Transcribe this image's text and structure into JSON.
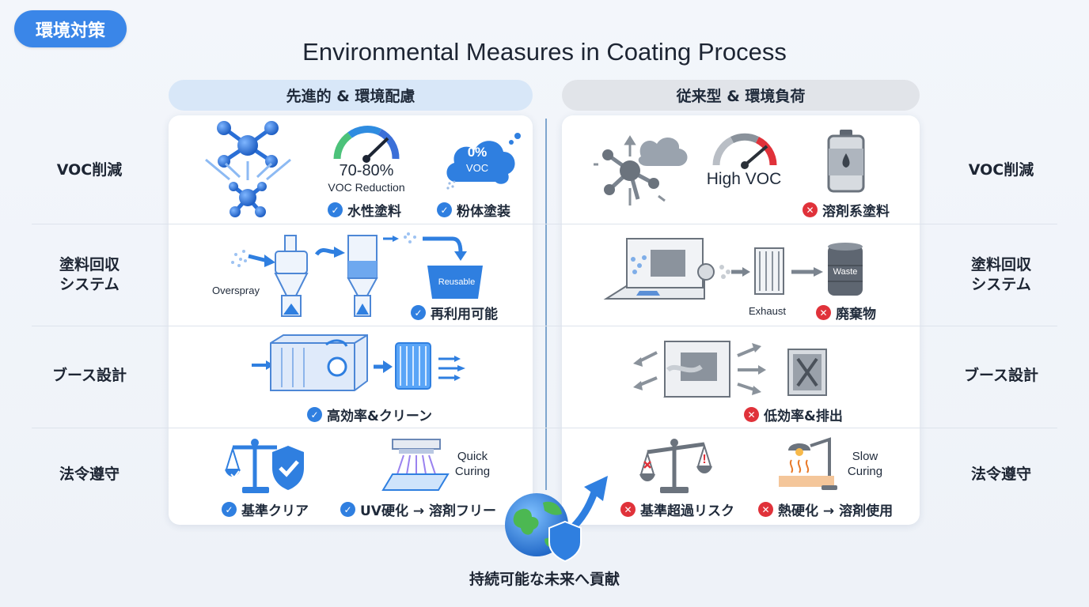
{
  "tag": "環境対策",
  "title": "Environmental Measures in Coating Process",
  "columns": {
    "advanced": "先進的 & 環境配慮",
    "conventional": "従来型 & 環境負荷"
  },
  "rows": {
    "voc": "VOC削減",
    "recovery": "塗料回収\nシステム",
    "booth": "ブース設計",
    "compliance": "法令遵守"
  },
  "advanced": {
    "voc": {
      "gauge_value": "70-80%",
      "gauge_caption": "VOC Reduction",
      "cloud_value": "0%",
      "cloud_caption": "VOC",
      "check1": "水性塗料",
      "check2": "粉体塗装"
    },
    "recovery": {
      "overspray": "Overspray",
      "bin_label": "Reusable",
      "check": "再利用可能"
    },
    "booth": {
      "check": "高効率&クリーン"
    },
    "compliance": {
      "curing_label": "Quick\nCuring",
      "check1": "基準クリア",
      "check2": "UV硬化 → 溶剤フリー"
    }
  },
  "conventional": {
    "voc": {
      "gauge_label": "High VOC",
      "cross": "溶剤系塗料"
    },
    "recovery": {
      "exhaust": "Exhaust",
      "drum_label": "Waste",
      "cross": "廃棄物"
    },
    "booth": {
      "cross": "低効率&排出"
    },
    "compliance": {
      "curing_label": "Slow\nCuring",
      "cross1": "基準超過リスク",
      "cross2": "熱硬化 → 溶剤使用"
    }
  },
  "footer": "持続可能な未来へ貢献",
  "icons": {
    "check": "check-icon",
    "cross": "cross-icon"
  },
  "colors": {
    "accent": "#3a86e8",
    "check": "#2f7fe0",
    "cross": "#e0323a"
  }
}
